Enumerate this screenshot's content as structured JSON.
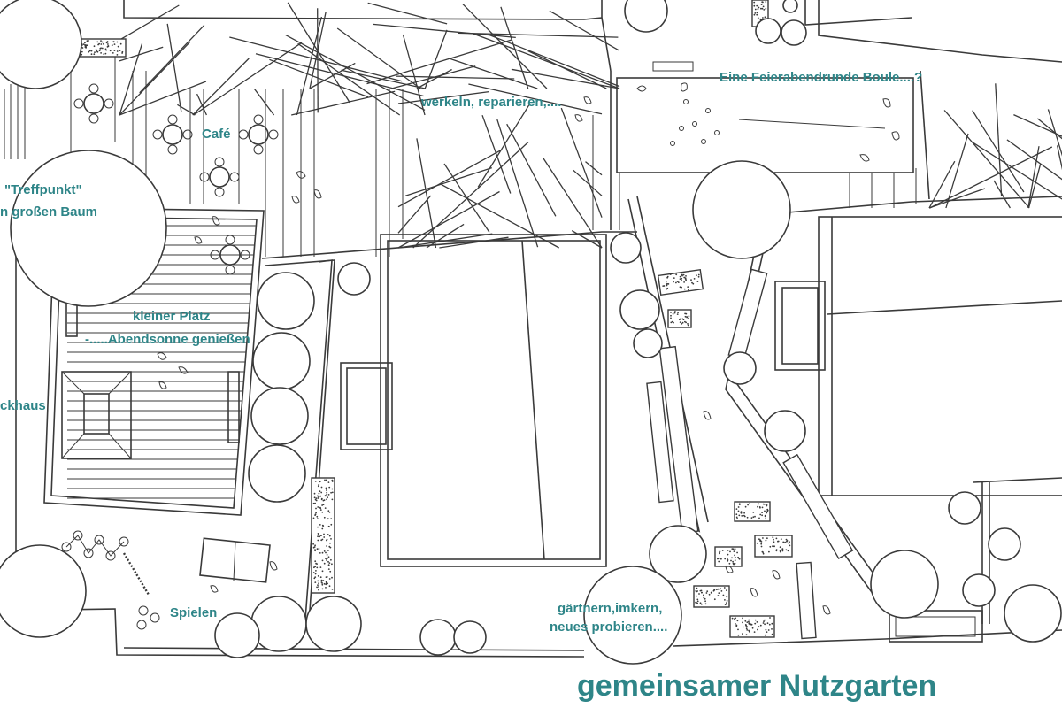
{
  "plan": {
    "labels": {
      "treffpunkt": "\"Treffpunkt\"",
      "baum": "n  großen  Baum",
      "cafe": "Café",
      "werkeln": "werkeln,  reparieren,....",
      "boule": "Eine Feierabendrunde Boule....?",
      "kleiner_platz": "kleiner Platz",
      "abendsonne": "-.....Abendsonne genießen",
      "backhaus": "ckhaus",
      "spielen": "Spielen",
      "gaertnern": "gärtnern,imkern,",
      "neues": "neues probieren....",
      "title": "gemeinsamer  Nutzgarten"
    },
    "colors": {
      "label": "#2e8588",
      "lines": "#3a3a3a"
    }
  }
}
